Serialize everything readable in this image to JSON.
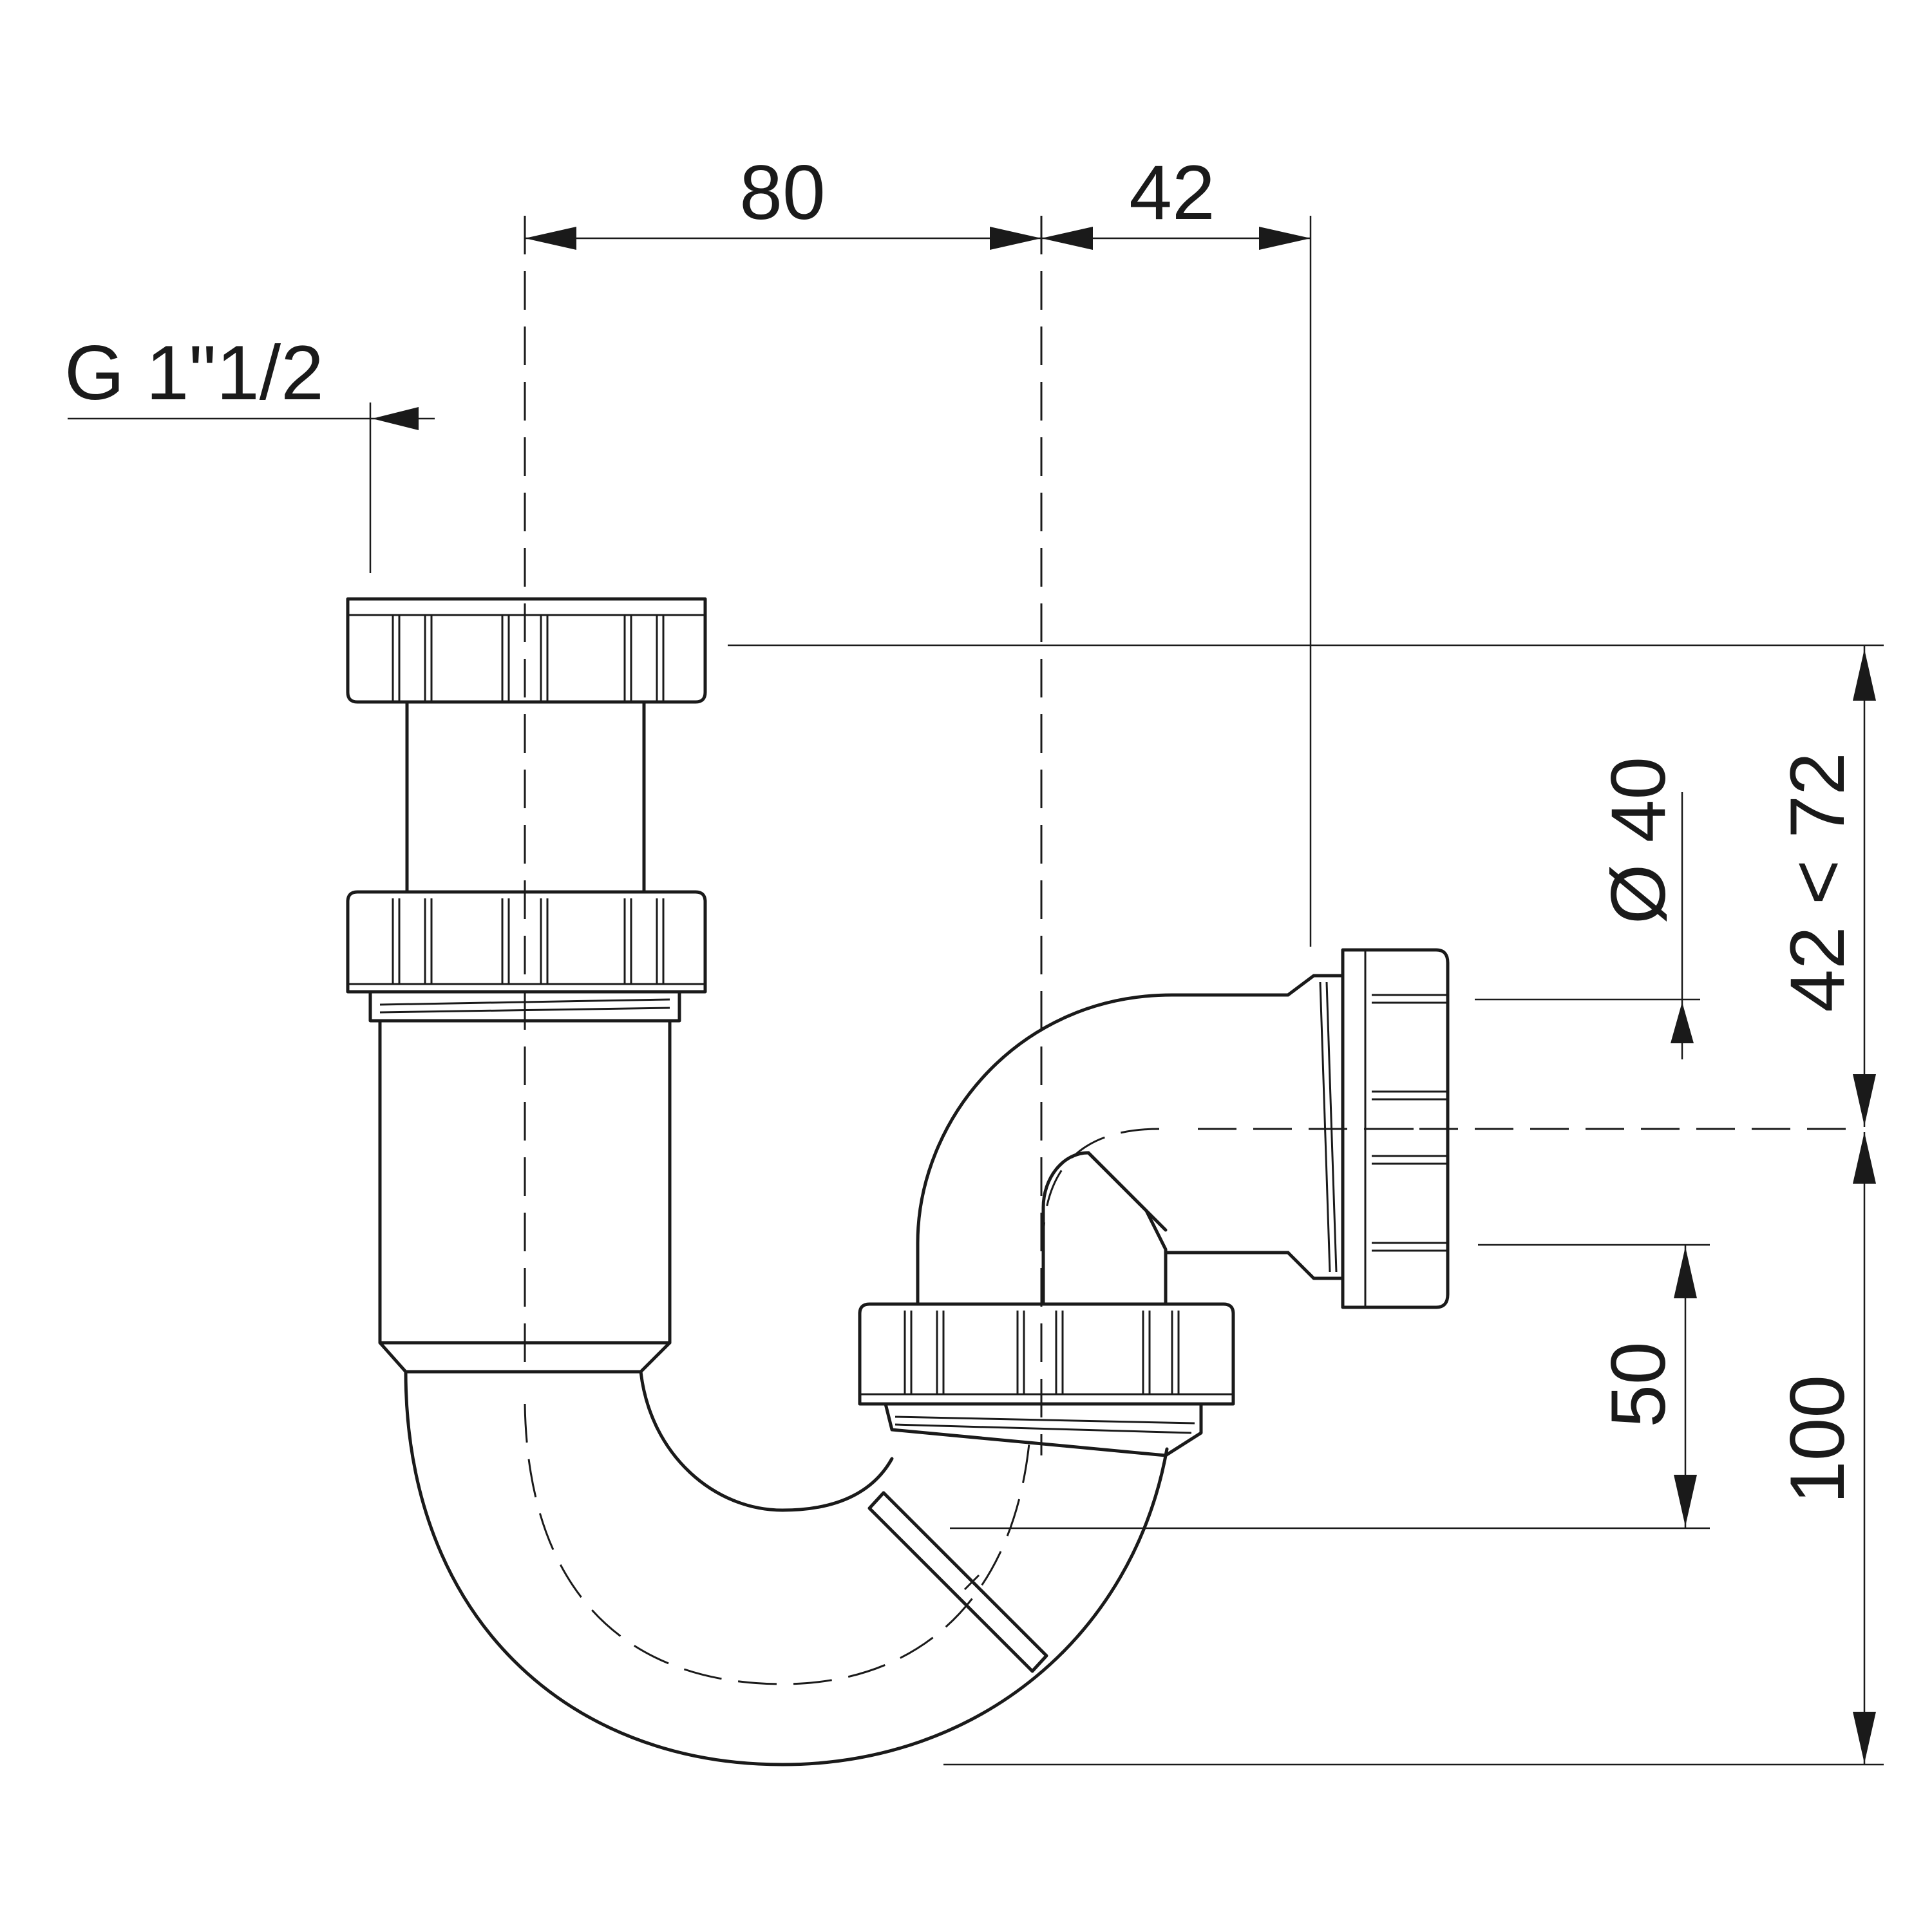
{
  "drawing": {
    "colors": {
      "line": "#1a1a1a",
      "background": "#ffffff"
    },
    "dimensions": {
      "inlet_thread": "G 1\"1/2",
      "inlet_to_trap_axis": "80",
      "trap_axis_to_outlet": "42",
      "outlet_diameter": "Ø 40",
      "height_adjustment": "42 < 72",
      "outlet_offset": "50",
      "total_depth": "100"
    }
  }
}
